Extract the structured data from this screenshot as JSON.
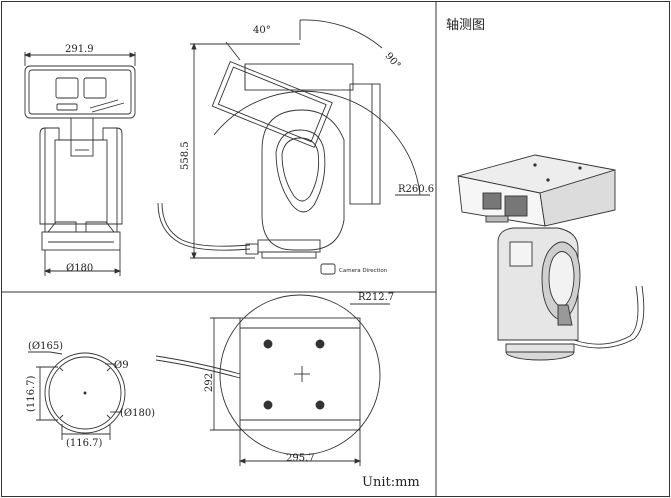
{
  "panels": {
    "iso_title": "轴测图",
    "unit": "Unit:mm"
  },
  "front_view": {
    "width": "291.9",
    "base_diameter": "Ø180"
  },
  "side_view": {
    "tilt_up": "40°",
    "tilt_down": "90°",
    "height": "558.5",
    "radius": "R260.6",
    "legend": "Camera Direction"
  },
  "base_view": {
    "circle": "(Ø165)",
    "hole": "Ø9",
    "outer": "(Ø180)",
    "side_v": "(116.7)",
    "side_h": "(116.7)"
  },
  "top_view": {
    "radius": "R212.7",
    "height": "292",
    "width": "295.7"
  }
}
